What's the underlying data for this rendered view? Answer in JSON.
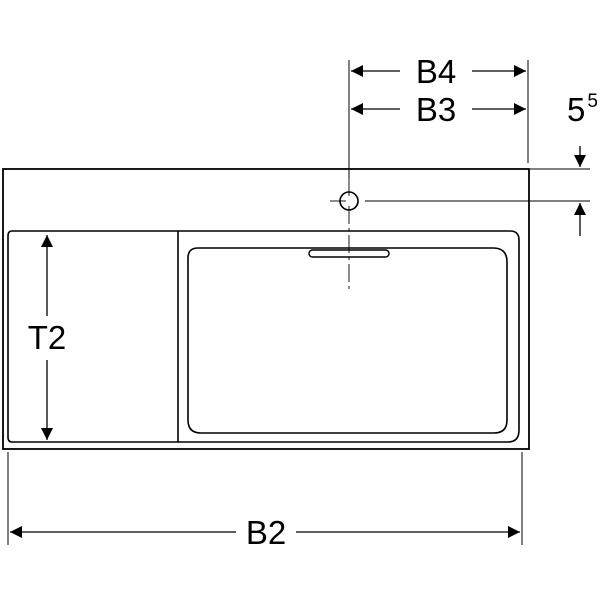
{
  "dimensions": {
    "b4": "B4",
    "b3": "B3",
    "b2": "B2",
    "t2": "T2",
    "hole_offset_base": "5",
    "hole_offset_exp": "5"
  }
}
